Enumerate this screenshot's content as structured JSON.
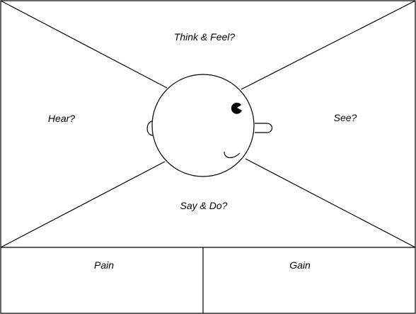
{
  "diagram": {
    "sections": {
      "think_feel": "Think & Feel?",
      "hear": "Hear?",
      "see": "See?",
      "say_do": "Say & Do?",
      "pain": "Pain",
      "gain": "Gain"
    },
    "colors": {
      "stroke": "#000000",
      "background": "#ffffff"
    }
  }
}
